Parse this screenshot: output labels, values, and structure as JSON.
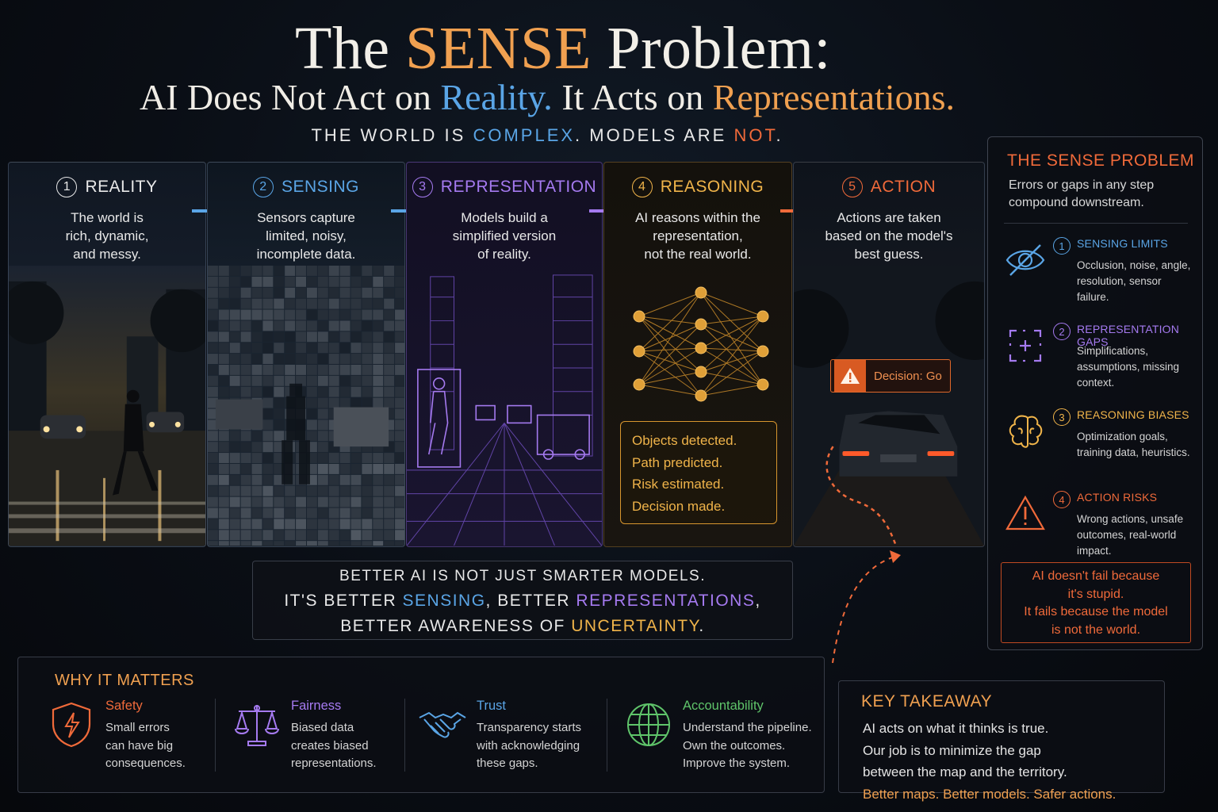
{
  "title": {
    "pre": "The ",
    "accent": "SENSE",
    "post": " Problem:"
  },
  "subtitle": {
    "a": "AI Does Not Act on ",
    "reality": "Reality.",
    "b": " It Acts on ",
    "repr": "Representations."
  },
  "tagline": {
    "a": "THE WORLD IS ",
    "complex": "COMPLEX",
    "b": ". MODELS ARE ",
    "not": "NOT",
    "c": "."
  },
  "pipeline": [
    {
      "num": "1",
      "label": "REALITY",
      "desc": "The world is\nrich, dynamic,\nand messy.",
      "color": "#e8e8e8"
    },
    {
      "num": "2",
      "label": "SENSING",
      "desc": "Sensors capture\nlimited, noisy,\nincomplete data.",
      "color": "#5aa5e6"
    },
    {
      "num": "3",
      "label": "REPRESENTATION",
      "desc": "Models build a\nsimplified version\nof reality.",
      "color": "#a57af0"
    },
    {
      "num": "4",
      "label": "REASONING",
      "desc": "AI reasons within the\nrepresentation,\nnot the real world.",
      "color": "#f0b44a"
    },
    {
      "num": "5",
      "label": "ACTION",
      "desc": "Actions are taken\nbased on the model's\nbest guess.",
      "color": "#f06a3a"
    }
  ],
  "reasoning_box": [
    "Objects detected.",
    "Path predicted.",
    "Risk estimated.",
    "Decision made."
  ],
  "decision": {
    "label": "Decision: Go",
    "icon": "warning-icon"
  },
  "sidebar": {
    "title": "THE SENSE PROBLEM",
    "subtitle": "Errors or gaps in any step compound downstream.",
    "items": [
      {
        "num": "1",
        "label": "SENSING LIMITS",
        "text": "Occlusion, noise, angle, resolution, sensor failure.",
        "icon": "eye-slash-icon",
        "color": "#5aa5e6"
      },
      {
        "num": "2",
        "label": "REPRESENTATION GAPS",
        "text": "Simplifications, assumptions, missing context.",
        "icon": "dashed-frame-icon",
        "color": "#a57af0"
      },
      {
        "num": "3",
        "label": "REASONING BIASES",
        "text": "Optimization goals, training data, heuristics.",
        "icon": "brain-icon",
        "color": "#f0b44a"
      },
      {
        "num": "4",
        "label": "ACTION RISKS",
        "text": "Wrong actions, unsafe outcomes, real-world impact.",
        "icon": "warning-triangle-icon",
        "color": "#f06a3a"
      }
    ],
    "quote": "AI doesn't fail because\nit's stupid.\nIt fails because the model\nis not the world."
  },
  "better": {
    "line1": "BETTER AI IS NOT JUST SMARTER MODELS.",
    "l2a": "IT'S BETTER ",
    "l2b": "SENSING",
    "l2c": ", BETTER ",
    "l2d": "REPRESENTATIONS",
    "l2e": ",",
    "l3a": "BETTER AWARENESS OF ",
    "l3b": "UNCERTAINTY",
    "l3c": "."
  },
  "why": {
    "title": "WHY IT MATTERS",
    "items": [
      {
        "label": "Safety",
        "text": "Small errors\ncan have big\nconsequences.",
        "icon": "shield-bolt-icon",
        "color": "#f06a3a"
      },
      {
        "label": "Fairness",
        "text": "Biased data\ncreates biased\nrepresentations.",
        "icon": "scales-icon",
        "color": "#a57af0"
      },
      {
        "label": "Trust",
        "text": "Transparency starts\nwith acknowledging\nthese gaps.",
        "icon": "handshake-icon",
        "color": "#5aa5e6"
      },
      {
        "label": "Accountability",
        "text": "Understand the pipeline.\nOwn the outcomes.\nImprove the system.",
        "icon": "globe-icon",
        "color": "#5fc46a"
      }
    ]
  },
  "takeaway": {
    "title": "KEY TAKEAWAY",
    "lines": [
      "AI acts on what it thinks is true.",
      "Our job is to minimize the gap",
      "between the map and the territory."
    ],
    "highlight": "Better maps. Better models. Safer actions."
  }
}
